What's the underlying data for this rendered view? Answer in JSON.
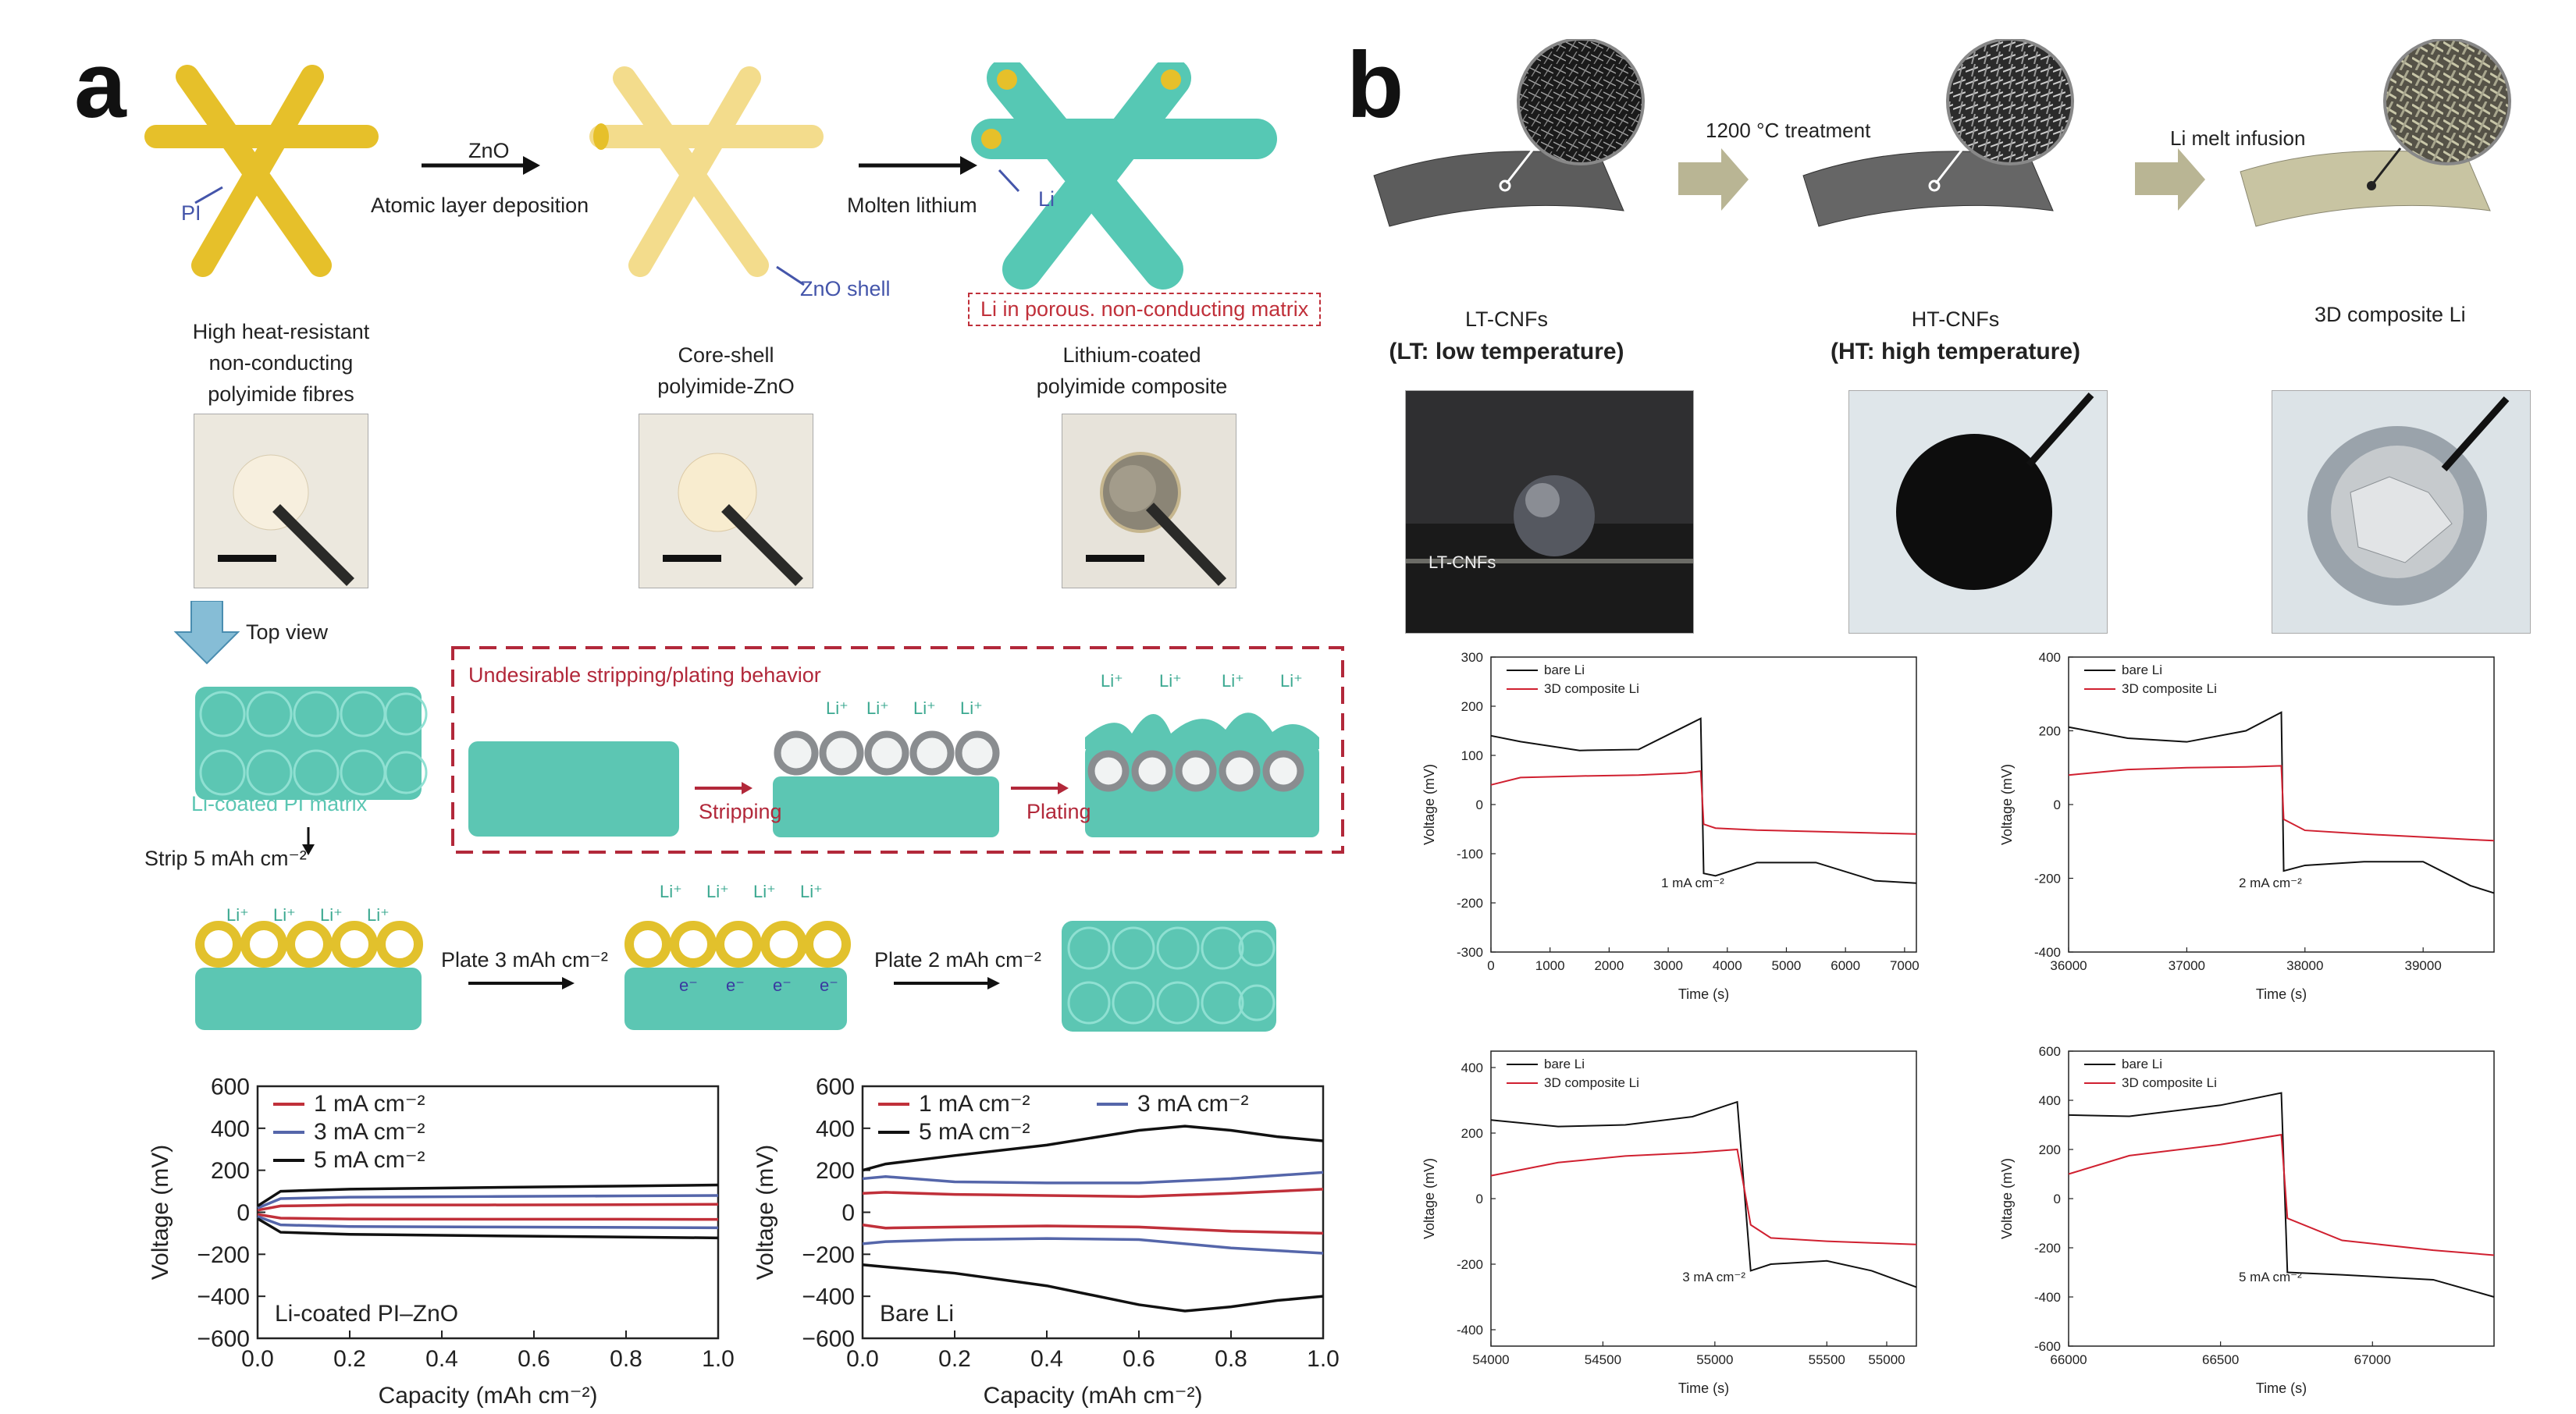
{
  "panel_a": {
    "letter": "a",
    "step1": {
      "arrow_top": "ZnO",
      "arrow_bottom": "Atomic layer deposition"
    },
    "step2": {
      "arrow_text": "Molten lithium"
    },
    "fiber_labels": {
      "pi": "PI",
      "zno_shell": "ZnO shell",
      "li": "Li"
    },
    "li_box": "Li in porous. non-conducting matrix",
    "captions": {
      "c1": [
        "High heat-resistant",
        "non-conducting",
        "polyimide fibres"
      ],
      "c2": [
        "Core-shell",
        "polyimide-ZnO"
      ],
      "c3": [
        "Lithium-coated",
        "polyimide composite"
      ]
    },
    "top_view": "Top view",
    "matrix_label": "Li-coated PI matrix",
    "undesirable_title": "Undesirable stripping/plating behavior",
    "stripping": "Stripping",
    "plating": "Plating",
    "strip_label": "Strip 5 mAh cm⁻²",
    "plate3": "Plate 3 mAh cm⁻²",
    "plate2": "Plate 2 mAh cm⁻²",
    "ion": "Li⁺",
    "electron": "e⁻"
  },
  "panel_b": {
    "letter": "b",
    "arrow1": "1200 °C treatment",
    "arrow2": "Li melt infusion",
    "label1": "LT-CNFs",
    "label1b": "(LT: low temperature)",
    "label2": "HT-CNFs",
    "label2b": "(HT: high temperature)",
    "label3": "3D composite Li",
    "photo1_label": "LT-CNFs"
  },
  "chart_data": [
    {
      "type": "line",
      "panel": "a-left",
      "xlabel": "Capacity (mAh cm⁻²)",
      "ylabel": "Voltage (mV)",
      "xlim": [
        0,
        1.0
      ],
      "ylim": [
        -600,
        600
      ],
      "xticks": [
        "0.0",
        "0.2",
        "0.4",
        "0.6",
        "0.8",
        "1.0"
      ],
      "yticks": [
        "600",
        "400",
        "200",
        "0",
        "−200",
        "−400",
        "−600"
      ],
      "annotation": "Li-coated PI–ZnO",
      "series": [
        {
          "name": "1 mA cm⁻²",
          "color": "#c0303a",
          "x": [
            0,
            0.05,
            0.2,
            0.5,
            0.8,
            1.0
          ],
          "upper": [
            10,
            30,
            35,
            35,
            36,
            38
          ],
          "lower": [
            -10,
            -28,
            -32,
            -33,
            -33,
            -34
          ]
        },
        {
          "name": "3 mA cm⁻²",
          "color": "#5566aa",
          "x": [
            0,
            0.05,
            0.2,
            0.5,
            0.8,
            1.0
          ],
          "upper": [
            20,
            65,
            72,
            75,
            78,
            80
          ],
          "lower": [
            -20,
            -60,
            -68,
            -70,
            -72,
            -74
          ]
        },
        {
          "name": "5 mA cm⁻²",
          "color": "#111111",
          "x": [
            0,
            0.05,
            0.2,
            0.5,
            0.8,
            1.0
          ],
          "upper": [
            30,
            100,
            110,
            118,
            125,
            130
          ],
          "lower": [
            -30,
            -95,
            -105,
            -112,
            -118,
            -122
          ]
        }
      ]
    },
    {
      "type": "line",
      "panel": "a-right",
      "xlabel": "Capacity (mAh cm⁻²)",
      "ylabel": "Voltage (mV)",
      "xlim": [
        0,
        1.0
      ],
      "ylim": [
        -600,
        600
      ],
      "xticks": [
        "0.0",
        "0.2",
        "0.4",
        "0.6",
        "0.8",
        "1.0"
      ],
      "yticks": [
        "600",
        "400",
        "200",
        "0",
        "−200",
        "−400",
        "−600"
      ],
      "annotation": "Bare Li",
      "series": [
        {
          "name": "1 mA cm⁻²",
          "color": "#c0303a",
          "x": [
            0,
            0.05,
            0.2,
            0.4,
            0.6,
            0.8,
            1.0
          ],
          "upper": [
            90,
            95,
            85,
            80,
            75,
            90,
            110
          ],
          "lower": [
            -60,
            -75,
            -70,
            -65,
            -70,
            -90,
            -100
          ]
        },
        {
          "name": "3 mA cm⁻²",
          "color": "#5566aa",
          "x": [
            0,
            0.05,
            0.2,
            0.4,
            0.6,
            0.8,
            1.0
          ],
          "upper": [
            160,
            170,
            145,
            140,
            140,
            160,
            190
          ],
          "lower": [
            -150,
            -140,
            -130,
            -125,
            -130,
            -170,
            -195
          ]
        },
        {
          "name": "5 mA cm⁻²",
          "color": "#111111",
          "x": [
            0,
            0.05,
            0.2,
            0.4,
            0.6,
            0.7,
            0.8,
            0.9,
            1.0
          ],
          "upper": [
            200,
            230,
            270,
            320,
            390,
            410,
            390,
            360,
            340
          ],
          "lower": [
            -250,
            -260,
            -290,
            -350,
            -440,
            -470,
            -450,
            -420,
            -400
          ]
        }
      ]
    },
    {
      "type": "line",
      "panel": "b-1",
      "xlabel": "Time (s)",
      "ylabel": "Voltage (mV)",
      "xlim": [
        0,
        7200
      ],
      "ylim": [
        -300,
        300
      ],
      "xticks": [
        "0",
        "1000",
        "2000",
        "3000",
        "4000",
        "5000",
        "6000",
        "7000"
      ],
      "yticks": [
        "300",
        "200",
        "100",
        "0",
        "-100",
        "-200",
        "-300"
      ],
      "annotation": "1 mA cm⁻²",
      "series": [
        {
          "name": "bare Li",
          "color": "#111111",
          "x": [
            0,
            500,
            1500,
            2500,
            3300,
            3550,
            3600,
            3800,
            4500,
            5500,
            6500,
            7200
          ],
          "y": [
            140,
            128,
            110,
            112,
            160,
            175,
            -140,
            -145,
            -118,
            -118,
            -155,
            -160
          ]
        },
        {
          "name": "3D composite Li",
          "color": "#d02030",
          "x": [
            0,
            500,
            1500,
            2500,
            3300,
            3550,
            3600,
            3800,
            4500,
            5500,
            6500,
            7200
          ],
          "y": [
            40,
            55,
            58,
            60,
            64,
            68,
            -40,
            -48,
            -52,
            -55,
            -58,
            -60
          ]
        }
      ]
    },
    {
      "type": "line",
      "panel": "b-2",
      "xlabel": "Time (s)",
      "ylabel": "Voltage (mV)",
      "xlim": [
        36000,
        39600
      ],
      "ylim": [
        -400,
        400
      ],
      "xticks": [
        "36000",
        "37000",
        "38000",
        "39000"
      ],
      "yticks": [
        "400",
        "200",
        "0",
        "-200",
        "-400"
      ],
      "annotation": "2 mA cm⁻²",
      "series": [
        {
          "name": "bare Li",
          "color": "#111111",
          "x": [
            36000,
            36500,
            37000,
            37500,
            37800,
            37820,
            38000,
            38500,
            39000,
            39400,
            39600
          ],
          "y": [
            210,
            180,
            170,
            200,
            250,
            -180,
            -165,
            -155,
            -155,
            -220,
            -240
          ]
        },
        {
          "name": "3D composite Li",
          "color": "#d02030",
          "x": [
            36000,
            36500,
            37000,
            37500,
            37800,
            37820,
            38000,
            38500,
            39000,
            39400,
            39600
          ],
          "y": [
            80,
            95,
            100,
            102,
            105,
            -40,
            -70,
            -80,
            -88,
            -95,
            -98
          ]
        }
      ]
    },
    {
      "type": "line",
      "panel": "b-3",
      "xlabel": "Time (s)",
      "ylabel": "Voltage (mV)",
      "xlim": [
        54000,
        55900
      ],
      "ylim": [
        -450,
        450
      ],
      "xticks": [
        "54000",
        "54500",
        "55000",
        "55500",
        "55000"
      ],
      "yticks": [
        "400",
        "200",
        "0",
        "-200",
        "-400"
      ],
      "annotation": "3 mA cm⁻²",
      "series": [
        {
          "name": "bare Li",
          "color": "#111111",
          "x": [
            54000,
            54300,
            54600,
            54900,
            55100,
            55160,
            55250,
            55500,
            55700,
            55900
          ],
          "y": [
            240,
            220,
            225,
            250,
            295,
            -220,
            -200,
            -190,
            -220,
            -270
          ]
        },
        {
          "name": "3D composite Li",
          "color": "#d02030",
          "x": [
            54000,
            54300,
            54600,
            54900,
            55100,
            55160,
            55250,
            55500,
            55700,
            55900
          ],
          "y": [
            70,
            110,
            130,
            140,
            150,
            -80,
            -120,
            -130,
            -135,
            -140
          ]
        }
      ]
    },
    {
      "type": "line",
      "panel": "b-4",
      "xlabel": "Time (s)",
      "ylabel": "Voltage (mV)",
      "xlim": [
        66000,
        67400
      ],
      "ylim": [
        -600,
        600
      ],
      "xticks": [
        "66000",
        "66500",
        "67000"
      ],
      "yticks": [
        "600",
        "400",
        "200",
        "0",
        "-200",
        "-400",
        "-600"
      ],
      "annotation": "5 mA cm⁻²",
      "series": [
        {
          "name": "bare Li",
          "color": "#111111",
          "x": [
            66000,
            66200,
            66500,
            66700,
            66720,
            66900,
            67200,
            67400
          ],
          "y": [
            340,
            335,
            380,
            430,
            -300,
            -310,
            -330,
            -400
          ]
        },
        {
          "name": "3D composite Li",
          "color": "#d02030",
          "x": [
            66000,
            66200,
            66500,
            66700,
            66720,
            66900,
            67200,
            67400
          ],
          "y": [
            100,
            175,
            220,
            260,
            -80,
            -170,
            -210,
            -230
          ]
        }
      ]
    }
  ]
}
